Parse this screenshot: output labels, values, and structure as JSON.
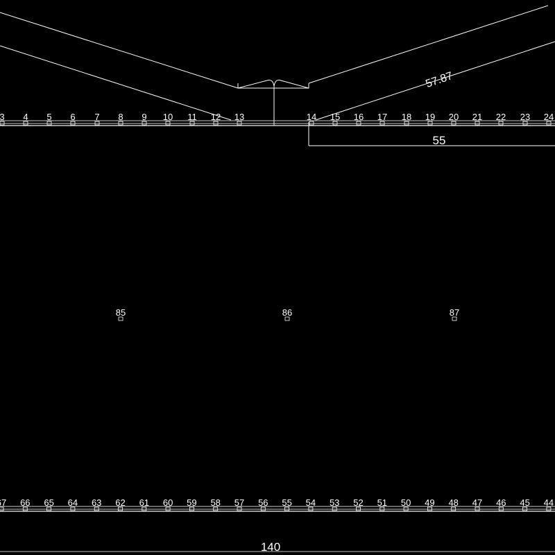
{
  "colors": {
    "background": "#000000",
    "line": "#ffffff",
    "rail": "#cfcfcf"
  },
  "top_nodes": [
    "3",
    "4",
    "5",
    "6",
    "7",
    "8",
    "9",
    "10",
    "11",
    "12",
    "13",
    "14",
    "15",
    "16",
    "17",
    "18",
    "19",
    "20",
    "21",
    "22",
    "23",
    "24"
  ],
  "bottom_nodes": [
    "67",
    "66",
    "65",
    "64",
    "63",
    "62",
    "61",
    "60",
    "59",
    "58",
    "57",
    "56",
    "55",
    "54",
    "53",
    "52",
    "51",
    "50",
    "49",
    "48",
    "47",
    "46",
    "45",
    "44"
  ],
  "middle_nodes": [
    "85",
    "86",
    "87"
  ],
  "dimensions": {
    "slope": "57.87",
    "half_span": "55",
    "span": "140"
  }
}
